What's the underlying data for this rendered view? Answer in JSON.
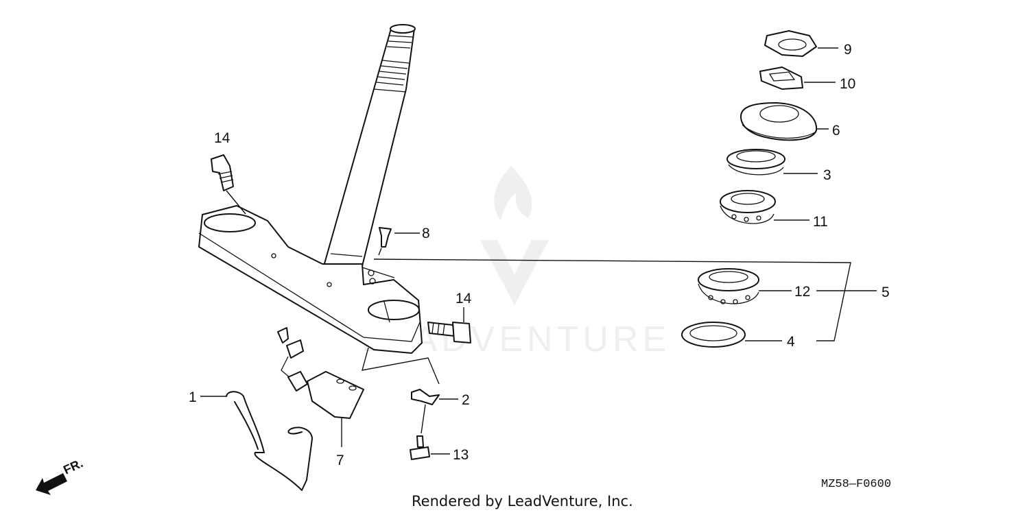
{
  "diagram": {
    "parts": [
      {
        "id": "p1",
        "label": "1"
      },
      {
        "id": "p2",
        "label": "2"
      },
      {
        "id": "p3",
        "label": "3"
      },
      {
        "id": "p4",
        "label": "4"
      },
      {
        "id": "p5",
        "label": "5"
      },
      {
        "id": "p6",
        "label": "6"
      },
      {
        "id": "p7",
        "label": "7"
      },
      {
        "id": "p8",
        "label": "8"
      },
      {
        "id": "p9",
        "label": "9"
      },
      {
        "id": "p10",
        "label": "10"
      },
      {
        "id": "p11",
        "label": "11"
      },
      {
        "id": "p12",
        "label": "12"
      },
      {
        "id": "p13",
        "label": "13"
      },
      {
        "id": "p14a",
        "label": "14"
      },
      {
        "id": "p14b",
        "label": "14"
      }
    ],
    "direction_label": "FR.",
    "diagram_code": "MZ58—F0600",
    "credit": "Rendered by LeadVenture, Inc.",
    "watermark": "LEADVENTURE"
  }
}
